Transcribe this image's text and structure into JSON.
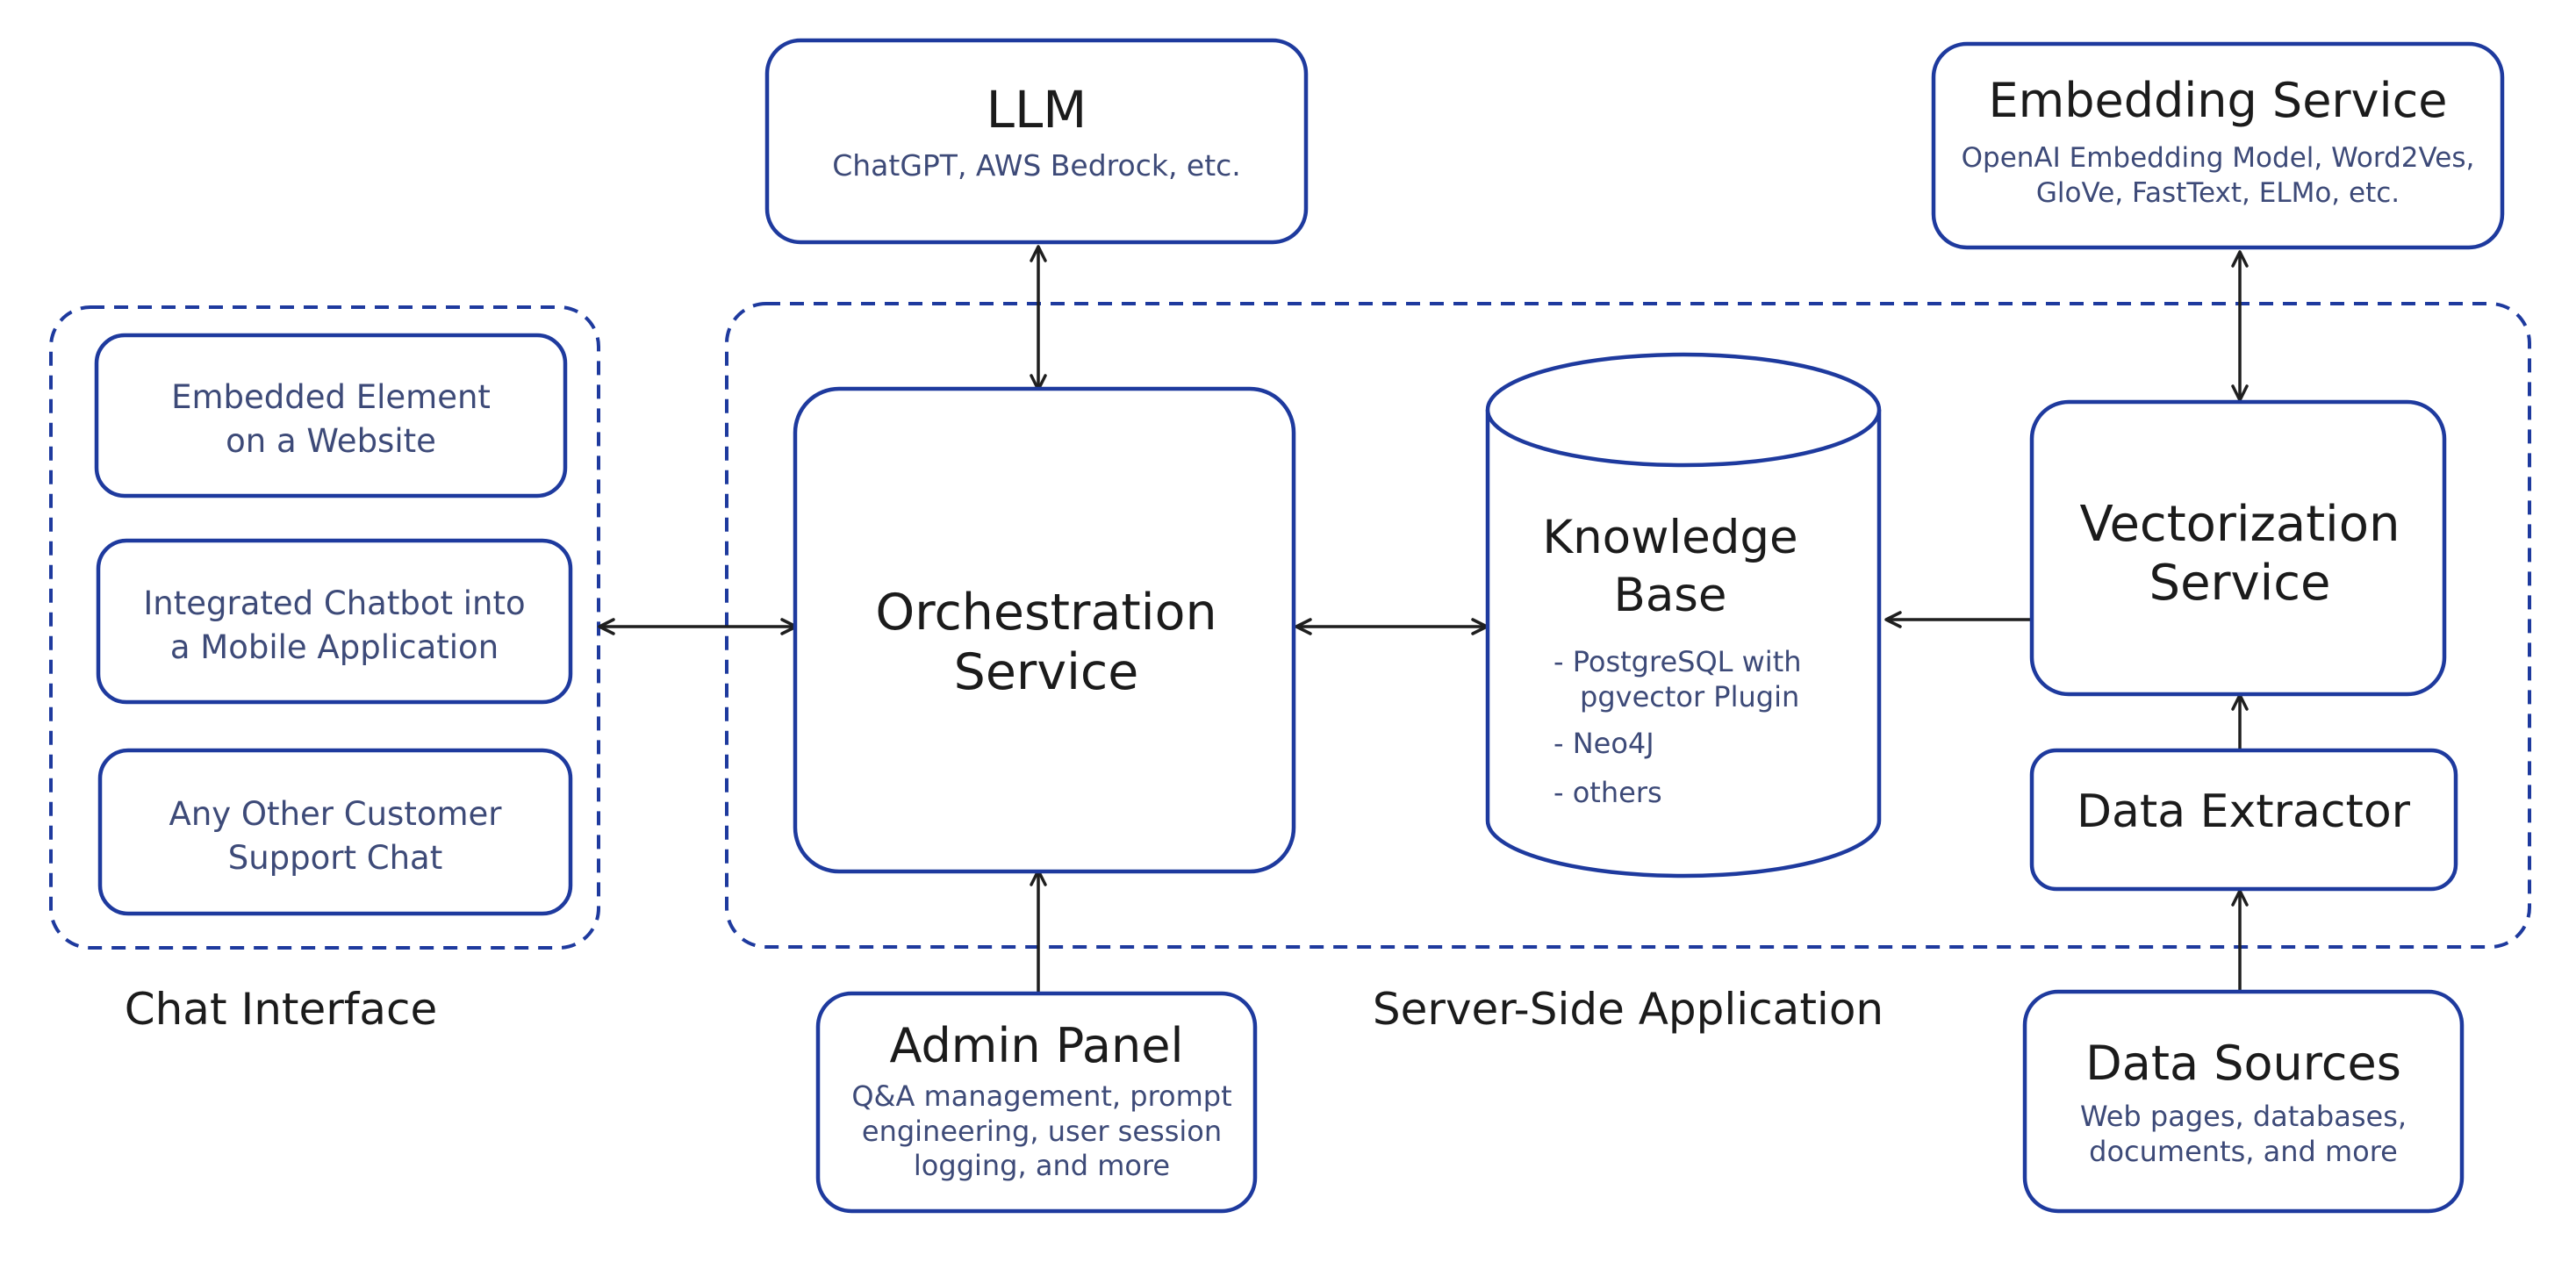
{
  "colors": {
    "stroke": "#1e3a9e",
    "text": "#1b1b1b",
    "subtext": "#3d4a78",
    "arrow": "#1f1f1f"
  },
  "llm": {
    "title": "LLM",
    "subtitle": "ChatGPT, AWS Bedrock, etc."
  },
  "embedding_service": {
    "title": "Embedding Service",
    "line1": "OpenAI Embedding Model, Word2Ves,",
    "line2": "GloVe, FastText, ELMo, etc."
  },
  "chat_interface": {
    "label": "Chat Interface",
    "embedded": {
      "line1": "Embedded Element",
      "line2": "on a Website"
    },
    "mobile": {
      "line1": "Integrated Chatbot into",
      "line2": "a Mobile Application"
    },
    "other": {
      "line1": "Any Other Customer",
      "line2": "Support Chat"
    }
  },
  "server_side": {
    "label": "Server-Side Application"
  },
  "orchestration": {
    "line1": "Orchestration",
    "line2": "Service"
  },
  "knowledge_base": {
    "line1": "Knowledge",
    "line2": "Base",
    "item1a": "- PostgreSQL with",
    "item1b": "pgvector Plugin",
    "item2": "- Neo4J",
    "item3": "- others"
  },
  "vectorization": {
    "line1": "Vectorization",
    "line2": "Service"
  },
  "data_extractor": {
    "title": "Data Extractor"
  },
  "admin_panel": {
    "title": "Admin Panel",
    "line1": "Q&A management, prompt",
    "line2": "engineering, user session",
    "line3": "logging, and more"
  },
  "data_sources": {
    "title": "Data Sources",
    "line1": "Web pages, databases,",
    "line2": "documents, and more"
  }
}
